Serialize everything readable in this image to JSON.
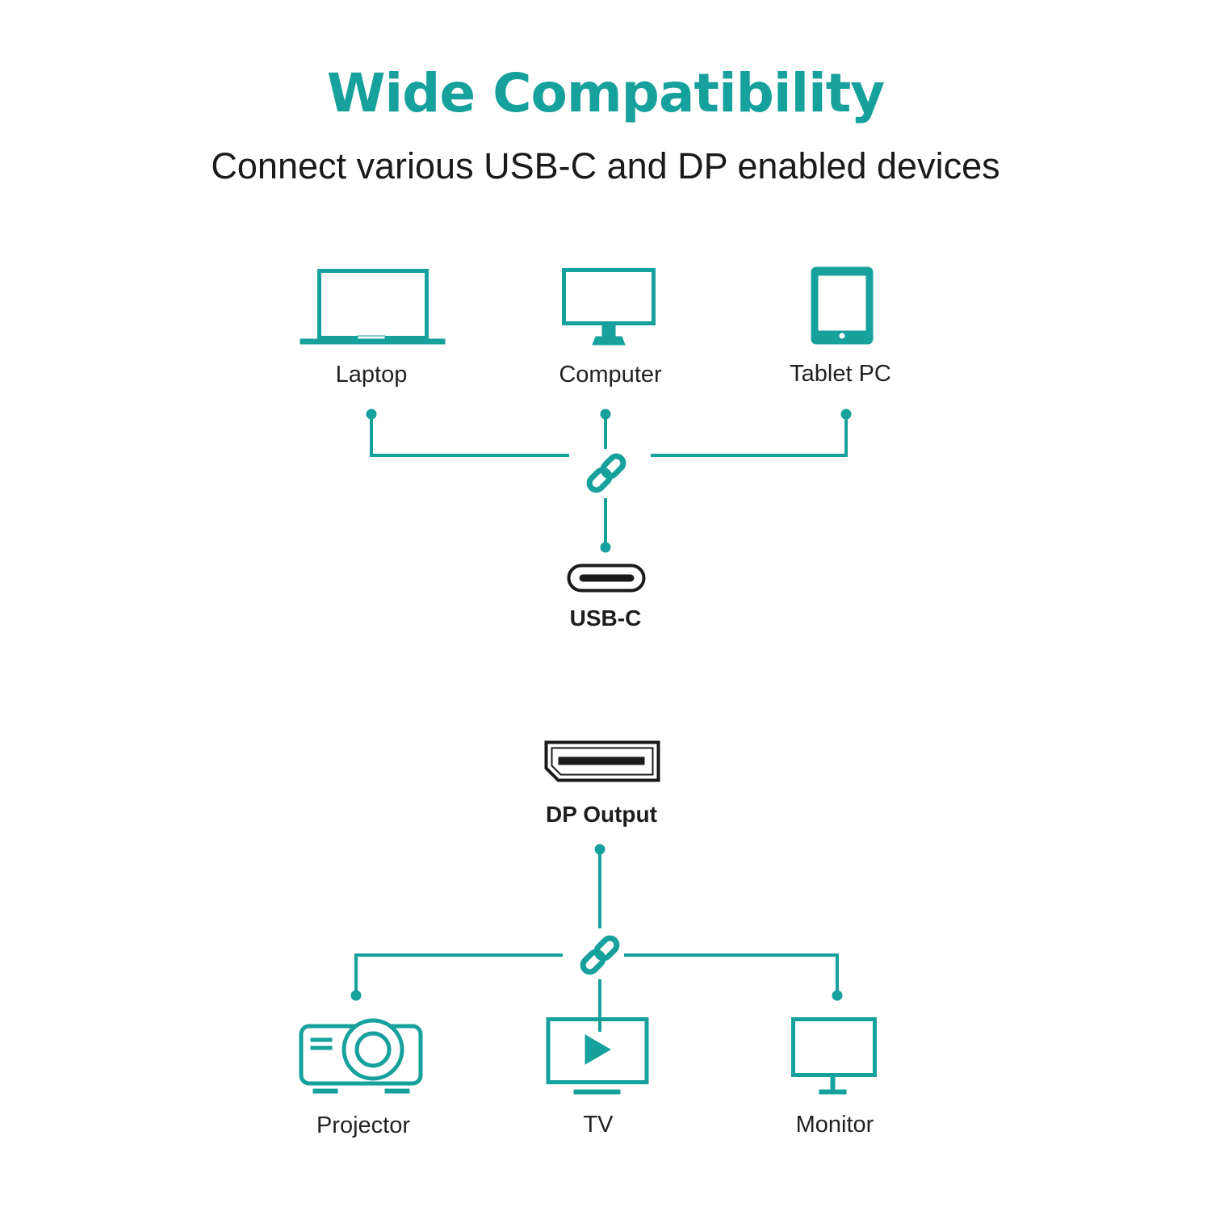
{
  "header": {
    "title": "Wide Compatibility",
    "subtitle": "Connect various USB-C and DP enabled devices"
  },
  "colors": {
    "accent": "#17a19c",
    "text": "#222222",
    "connector": "#1a1a1a"
  },
  "sources": [
    {
      "label": "Laptop",
      "icon": "laptop-icon"
    },
    {
      "label": "Computer",
      "icon": "desktop-computer-icon"
    },
    {
      "label": "Tablet PC",
      "icon": "tablet-icon"
    }
  ],
  "input_port": {
    "label": "USB-C",
    "icon": "usb-c-port-icon"
  },
  "output_port": {
    "label": "DP Output",
    "icon": "displayport-icon"
  },
  "outputs": [
    {
      "label": "Projector",
      "icon": "projector-icon"
    },
    {
      "label": "TV",
      "icon": "tv-icon"
    },
    {
      "label": "Monitor",
      "icon": "monitor-icon"
    }
  ]
}
